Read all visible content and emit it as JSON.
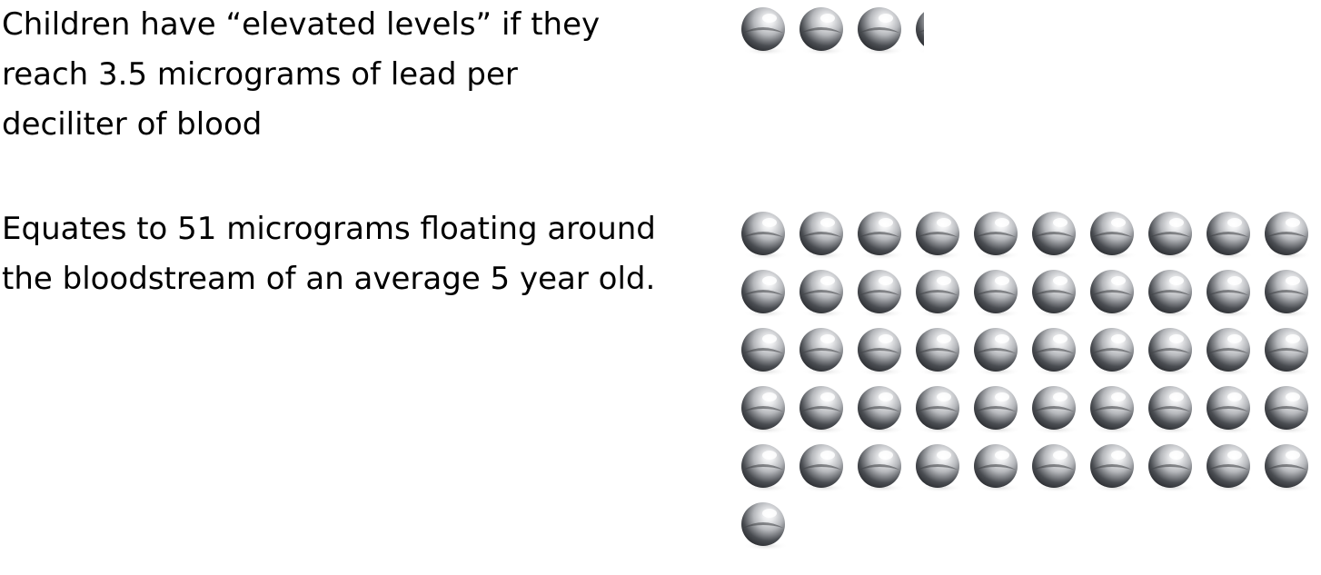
{
  "statements": [
    {
      "lines": [
        "Children have “elevated levels” if they",
        "reach 3.5 micrograms of lead per",
        "deciliter of blood"
      ]
    },
    {
      "lines": [
        "Equates to 51 micrograms floating around",
        "the bloodstream of an average 5 year old."
      ]
    }
  ],
  "ball_groups": [
    {
      "count": 3.5,
      "per_row": 10,
      "icon": "lead-ball-icon"
    },
    {
      "count": 51,
      "per_row": 10,
      "icon": "lead-ball-icon"
    }
  ],
  "colors": {
    "text": "#000000",
    "ball_highlight": "#ffffff",
    "ball_mid": "#b5b7bb",
    "ball_dark": "#4a4d52",
    "shadow": "#d8d8d8"
  }
}
